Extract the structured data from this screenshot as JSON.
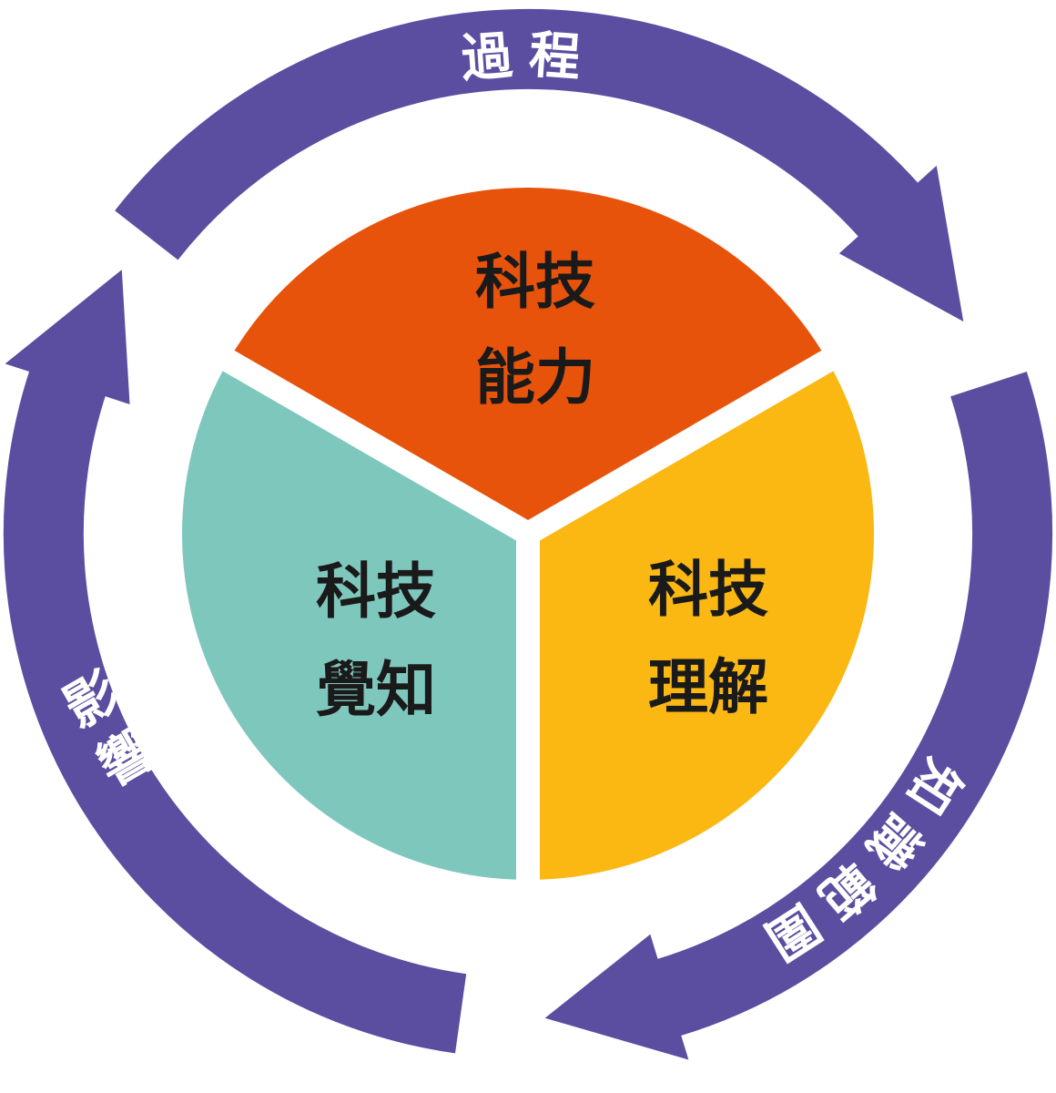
{
  "diagram": {
    "background": "#ffffff",
    "text_color": "#1a1a1a",
    "ring_text_color": "#ffffff",
    "ring": {
      "color": "#5b4ea1",
      "labels": {
        "top": "過程",
        "right": "知識範圍",
        "left": "影響"
      }
    },
    "segments": [
      {
        "name": "top",
        "color": "#e8530b",
        "line1": "科技",
        "line2": "能力"
      },
      {
        "name": "right",
        "color": "#fbb712",
        "line1": "科技",
        "line2": "理解"
      },
      {
        "name": "left",
        "color": "#7ec7bd",
        "line1": "科技",
        "line2": "覺知"
      }
    ]
  }
}
